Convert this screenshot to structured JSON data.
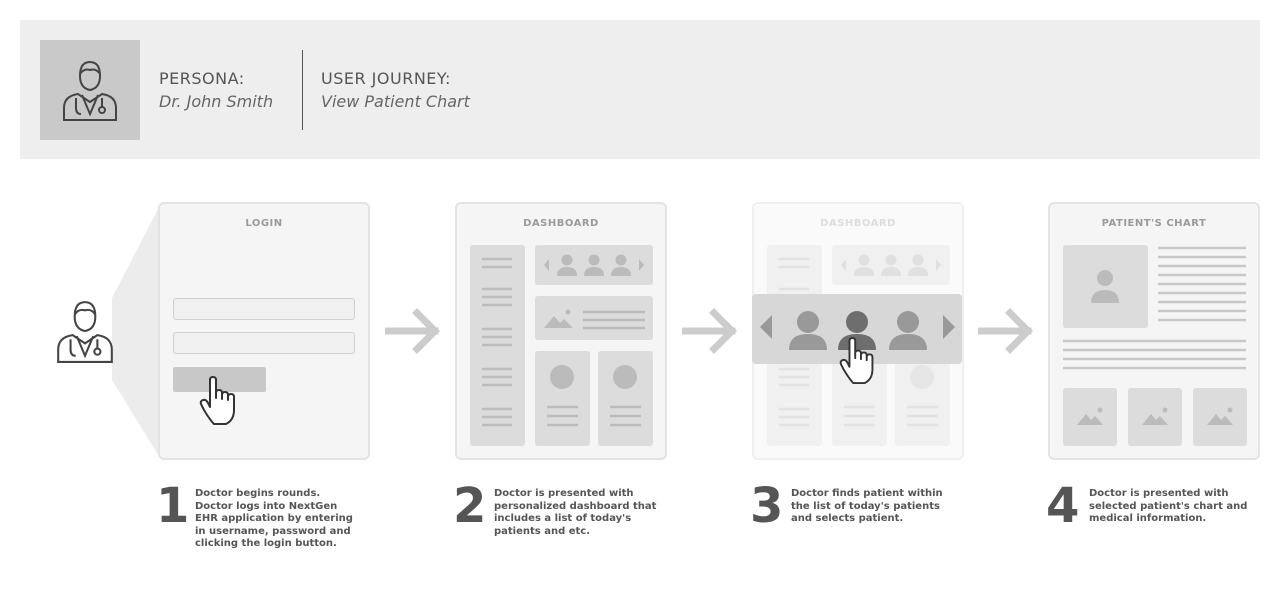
{
  "header": {
    "persona_label": "PERSONA:",
    "persona_name": "Dr. John Smith",
    "journey_label": "USER JOURNEY:",
    "journey_name": "View Patient Chart"
  },
  "screens": [
    {
      "title": "LOGIN"
    },
    {
      "title": "DASHBOARD"
    },
    {
      "title": "DASHBOARD"
    },
    {
      "title": "PATIENT'S CHART"
    }
  ],
  "steps": [
    {
      "number": "1",
      "lines": [
        "Doctor begins rounds.",
        "Doctor logs into NextGen",
        "EHR application by entering",
        "in username, password and",
        "clicking the login button."
      ]
    },
    {
      "number": "2",
      "lines": [
        "Doctor is presented with",
        "personalized dashboard that",
        "includes a list of today's",
        "patients and etc."
      ]
    },
    {
      "number": "3",
      "lines": [
        "Doctor finds patient within",
        "the list of today's patients",
        "and selects patient."
      ]
    },
    {
      "number": "4",
      "lines": [
        "Doctor is presented with",
        "selected patient's chart and",
        "medical information."
      ]
    }
  ],
  "colors": {
    "header_bg": "#eeeeee",
    "frame_bg": "#f5f5f5",
    "placeholder": "#c8c8c8",
    "text": "#555555"
  },
  "icons": [
    "doctor-icon",
    "pointing-hand-icon",
    "person-icon",
    "image-icon",
    "arrow-right-icon",
    "chevron-left-icon",
    "chevron-right-icon"
  ]
}
